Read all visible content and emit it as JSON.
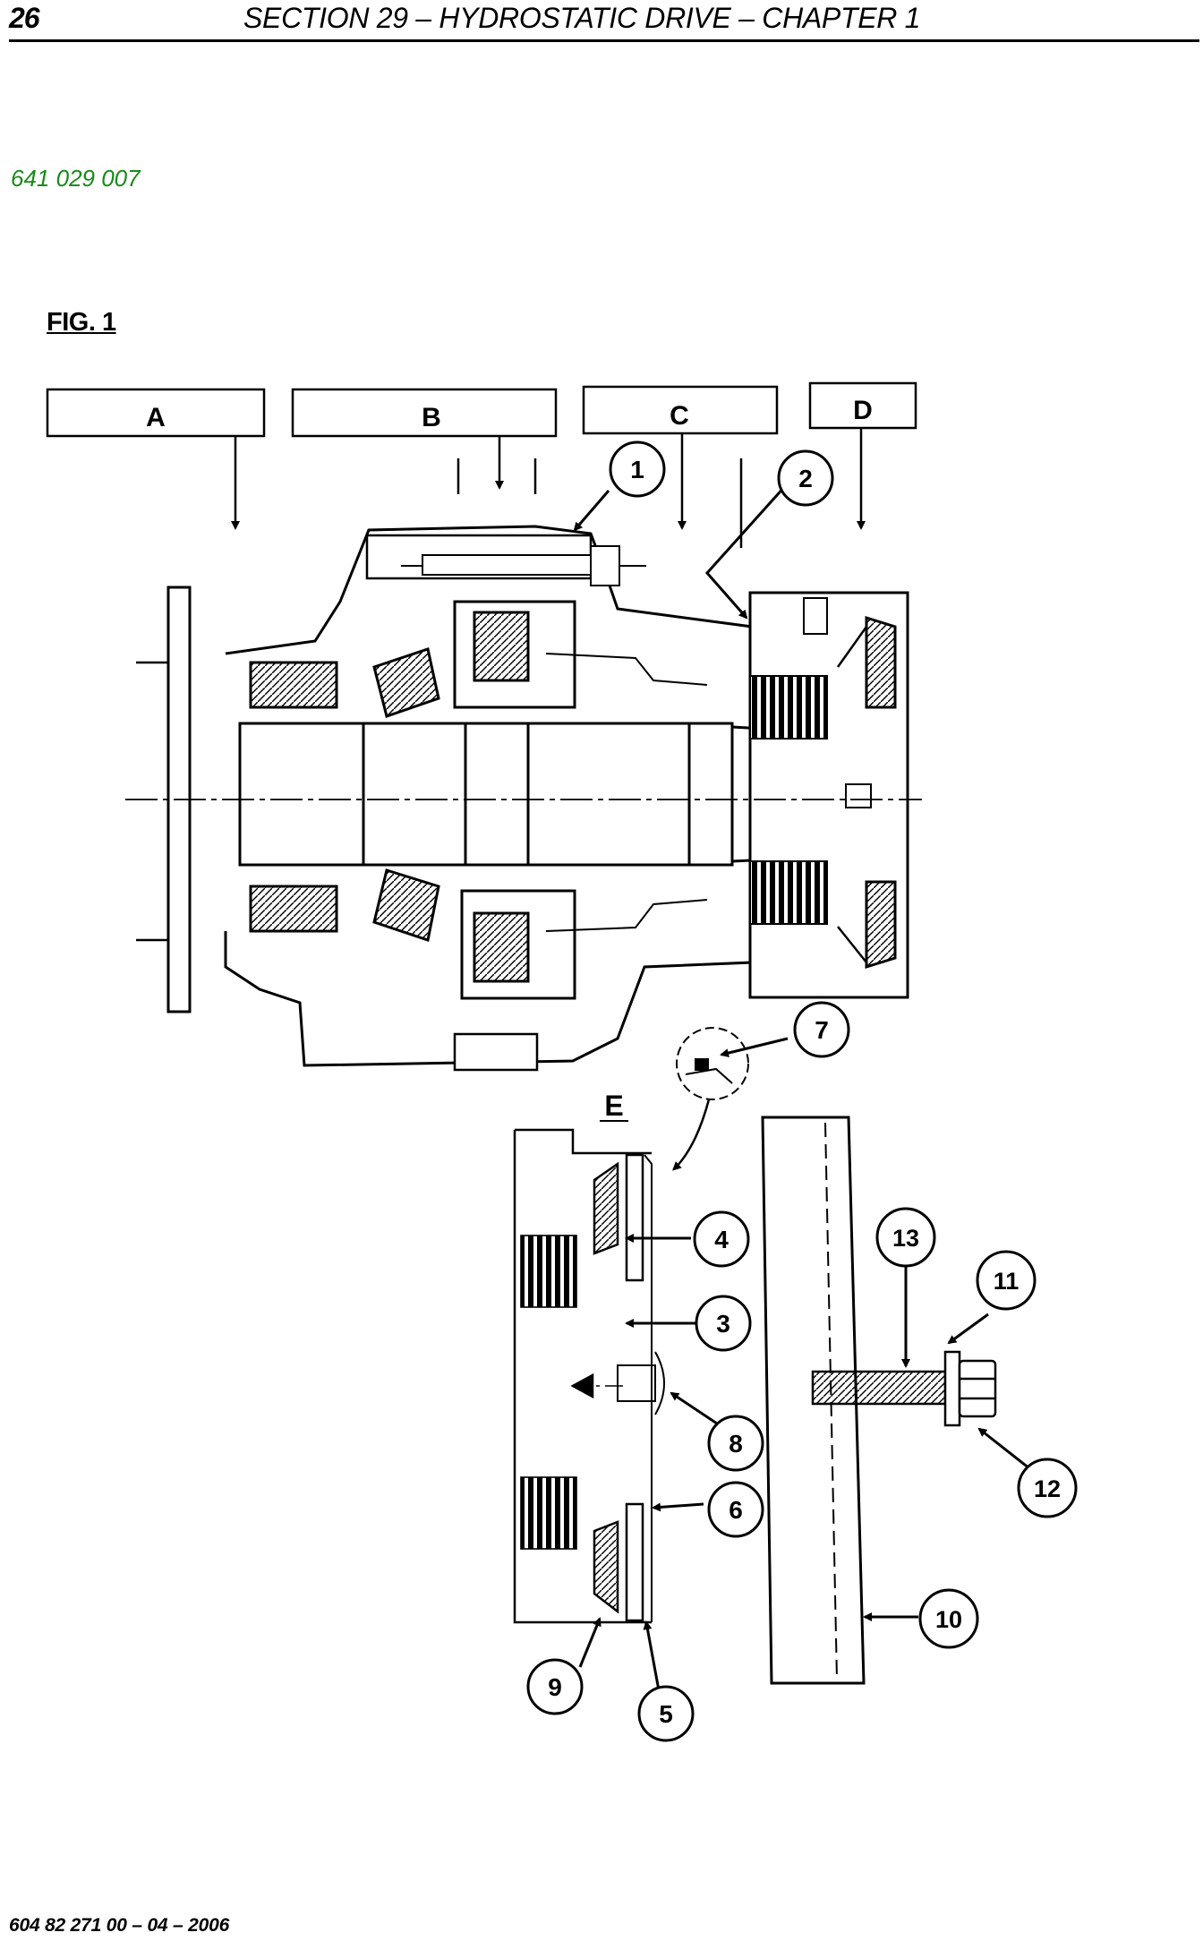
{
  "header": {
    "page_number": "26",
    "title": "SECTION 29 – HYDROSTATIC DRIVE – CHAPTER 1"
  },
  "document_code": "641 029 007",
  "figure": {
    "label": "FIG. 1",
    "zone_labels": [
      "A",
      "B",
      "C",
      "D"
    ],
    "detail_label": "E",
    "callouts": [
      "1",
      "2",
      "3",
      "4",
      "5",
      "6",
      "7",
      "8",
      "9",
      "10",
      "11",
      "12",
      "13"
    ]
  },
  "footer": {
    "text": "604 82 271 00 – 04 – 2006"
  }
}
